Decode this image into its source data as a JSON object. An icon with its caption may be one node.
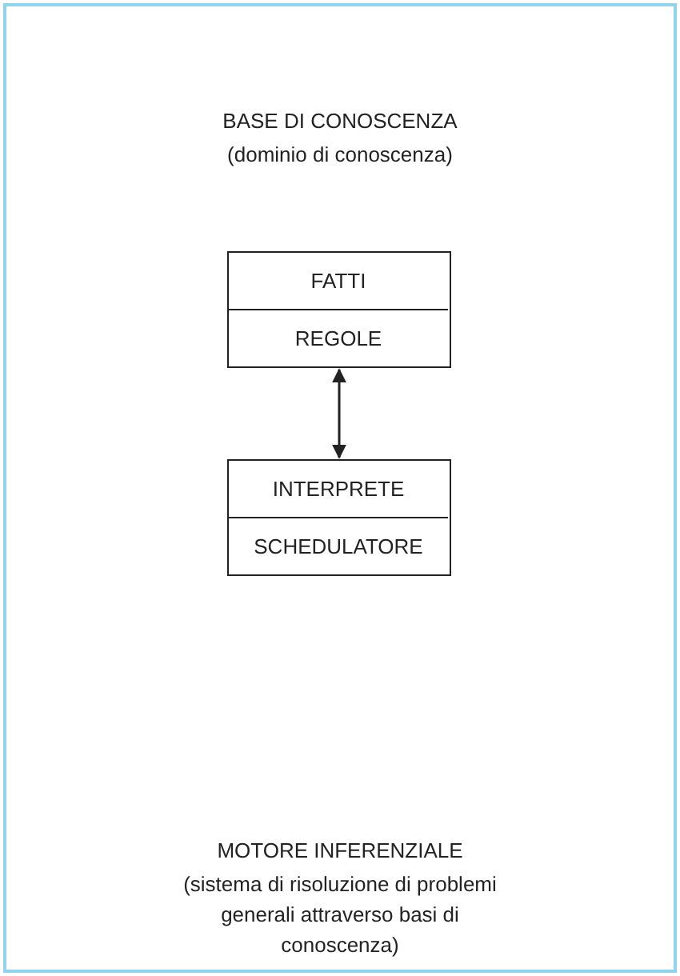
{
  "diagram": {
    "nodes": [
      {
        "text": [],
        "shape": "box"
      },
      {
        "text": [
          "FATTI"
        ],
        "in": 0
      },
      {
        "text": [
          "REGOLE"
        ],
        "in": 0
      },
      {
        "text": [],
        "shape": "box"
      },
      {
        "text": [
          "INTERPRETE"
        ],
        "in": 3
      },
      {
        "text": [
          "SCHEDULATORE"
        ],
        "in": 3
      }
    ],
    "edges": [
      {
        "from": 0,
        "to": 3,
        "arrow": "both"
      }
    ],
    "labels": [
      "BASE DI CONOSCENZA",
      "(dominio di conoscenza)",
      "MOTORE INFERENZIALE",
      "(sistema di risoluzione di problemi generali attraverso basi di conoscenza)"
    ]
  }
}
